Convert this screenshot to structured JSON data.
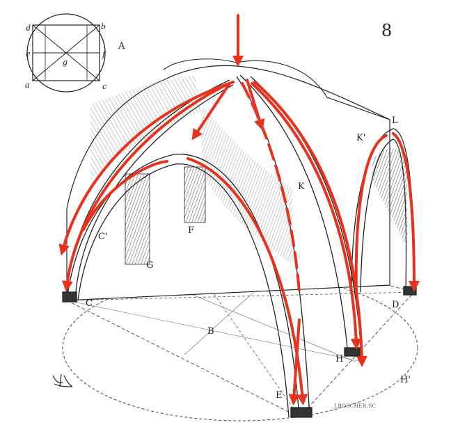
{
  "figure_number": "8",
  "inset": {
    "label": "A",
    "corner_labels": {
      "top_left": "d",
      "top_right": "b",
      "bottom_left": "a",
      "bottom_right": "c"
    },
    "mid_labels": {
      "left": "e",
      "right": "f",
      "center": "g"
    }
  },
  "points": {
    "B": "B",
    "C": "C",
    "C_prime": "C'",
    "D": "D",
    "E": "E",
    "F": "F",
    "G": "G",
    "H": "H",
    "H_prime": "H'",
    "K": "K",
    "K_prime": "K'",
    "L": "L"
  },
  "signature": "J.BOSCHER.SC",
  "colors": {
    "arrow": "#e8321e",
    "ink": "#222222",
    "hatch": "#555555"
  }
}
